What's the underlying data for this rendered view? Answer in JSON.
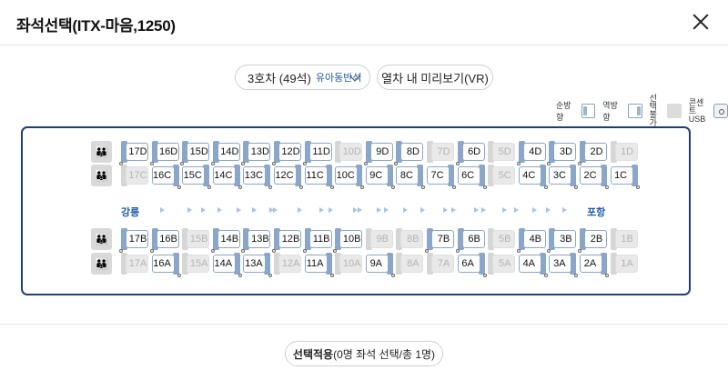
{
  "header": {
    "title": "좌석선택(ITX-마음,1250)"
  },
  "car_select": {
    "label": "3호차 (49석)",
    "tag": "유아동반석"
  },
  "vr_button": {
    "label": "열차 내 미리보기(VR)"
  },
  "legend": {
    "forward": "순방향",
    "reverse": "역방향",
    "unavailable_1": "선택",
    "unavailable_2": "불가",
    "usb_1": "콘센트",
    "usb_2": "USB"
  },
  "stations": {
    "from": "강릉",
    "to": "포항"
  },
  "seats": {
    "row_d": [
      {
        "label": "17D",
        "dir": "fwd",
        "available": true
      },
      {
        "label": "16D",
        "dir": "fwd",
        "available": true
      },
      {
        "label": "15D",
        "dir": "fwd",
        "available": true
      },
      {
        "label": "14D",
        "dir": "fwd",
        "available": true
      },
      {
        "label": "13D",
        "dir": "fwd",
        "available": true
      },
      {
        "label": "12D",
        "dir": "fwd",
        "available": true
      },
      {
        "label": "11D",
        "dir": "fwd",
        "available": true
      },
      {
        "label": "10D",
        "dir": "fwd",
        "available": false
      },
      {
        "label": "9D",
        "dir": "fwd",
        "available": true
      },
      {
        "label": "8D",
        "dir": "fwd",
        "available": true
      },
      {
        "label": "7D",
        "dir": "fwd",
        "available": false
      },
      {
        "label": "6D",
        "dir": "fwd",
        "available": true
      },
      {
        "label": "5D",
        "dir": "fwd",
        "available": false
      },
      {
        "label": "4D",
        "dir": "fwd",
        "available": true
      },
      {
        "label": "3D",
        "dir": "fwd",
        "available": true
      },
      {
        "label": "2D",
        "dir": "fwd",
        "available": true
      },
      {
        "label": "1D",
        "dir": "fwd",
        "available": false
      }
    ],
    "row_c": [
      {
        "label": "17C",
        "dir": "fwd",
        "available": false
      },
      {
        "label": "16C",
        "dir": "rev",
        "available": true
      },
      {
        "label": "15C",
        "dir": "rev",
        "available": true
      },
      {
        "label": "14C",
        "dir": "rev",
        "available": true
      },
      {
        "label": "13C",
        "dir": "rev",
        "available": true
      },
      {
        "label": "12C",
        "dir": "rev",
        "available": true
      },
      {
        "label": "11C",
        "dir": "rev",
        "available": true
      },
      {
        "label": "10C",
        "dir": "rev",
        "available": true
      },
      {
        "label": "9C",
        "dir": "rev",
        "available": true
      },
      {
        "label": "8C",
        "dir": "rev",
        "available": true
      },
      {
        "label": "7C",
        "dir": "rev",
        "available": true
      },
      {
        "label": "6C",
        "dir": "rev",
        "available": true
      },
      {
        "label": "5C",
        "dir": "fwd",
        "available": false
      },
      {
        "label": "4C",
        "dir": "rev",
        "available": true
      },
      {
        "label": "3C",
        "dir": "rev",
        "available": true
      },
      {
        "label": "2C",
        "dir": "rev",
        "available": true
      },
      {
        "label": "1C",
        "dir": "rev",
        "available": true
      }
    ],
    "row_b": [
      {
        "label": "17B",
        "dir": "fwd",
        "available": true
      },
      {
        "label": "16B",
        "dir": "fwd",
        "available": true
      },
      {
        "label": "15B",
        "dir": "fwd",
        "available": false
      },
      {
        "label": "14B",
        "dir": "fwd",
        "available": true
      },
      {
        "label": "13B",
        "dir": "fwd",
        "available": true
      },
      {
        "label": "12B",
        "dir": "fwd",
        "available": true
      },
      {
        "label": "11B",
        "dir": "fwd",
        "available": true
      },
      {
        "label": "10B",
        "dir": "fwd",
        "available": true
      },
      {
        "label": "9B",
        "dir": "fwd",
        "available": false
      },
      {
        "label": "8B",
        "dir": "fwd",
        "available": false
      },
      {
        "label": "7B",
        "dir": "fwd",
        "available": true
      },
      {
        "label": "6B",
        "dir": "fwd",
        "available": true
      },
      {
        "label": "5B",
        "dir": "fwd",
        "available": false
      },
      {
        "label": "4B",
        "dir": "fwd",
        "available": true
      },
      {
        "label": "3B",
        "dir": "fwd",
        "available": true
      },
      {
        "label": "2B",
        "dir": "fwd",
        "available": true
      },
      {
        "label": "1B",
        "dir": "fwd",
        "available": false
      }
    ],
    "row_a": [
      {
        "label": "17A",
        "dir": "fwd",
        "available": false
      },
      {
        "label": "16A",
        "dir": "rev",
        "available": true
      },
      {
        "label": "15A",
        "dir": "fwd",
        "available": false
      },
      {
        "label": "14A",
        "dir": "rev",
        "available": true
      },
      {
        "label": "13A",
        "dir": "rev",
        "available": true
      },
      {
        "label": "12A",
        "dir": "fwd",
        "available": false
      },
      {
        "label": "11A",
        "dir": "rev",
        "available": true
      },
      {
        "label": "10A",
        "dir": "fwd",
        "available": false
      },
      {
        "label": "9A",
        "dir": "rev",
        "available": true
      },
      {
        "label": "8A",
        "dir": "fwd",
        "available": false
      },
      {
        "label": "7A",
        "dir": "fwd",
        "available": false
      },
      {
        "label": "6A",
        "dir": "rev",
        "available": true
      },
      {
        "label": "5A",
        "dir": "fwd",
        "available": false
      },
      {
        "label": "4A",
        "dir": "rev",
        "available": true
      },
      {
        "label": "3A",
        "dir": "rev",
        "available": true
      },
      {
        "label": "2A",
        "dir": "rev",
        "available": true
      },
      {
        "label": "1A",
        "dir": "fwd",
        "available": false
      }
    ]
  },
  "apply": {
    "label_bold": "선택적용",
    "label_rest": "(0명 좌석 선택/총 1명)"
  },
  "colors": {
    "accent": "#1f5ba8",
    "border": "#1f3f7a",
    "seat_back": "#8aa6c9"
  }
}
